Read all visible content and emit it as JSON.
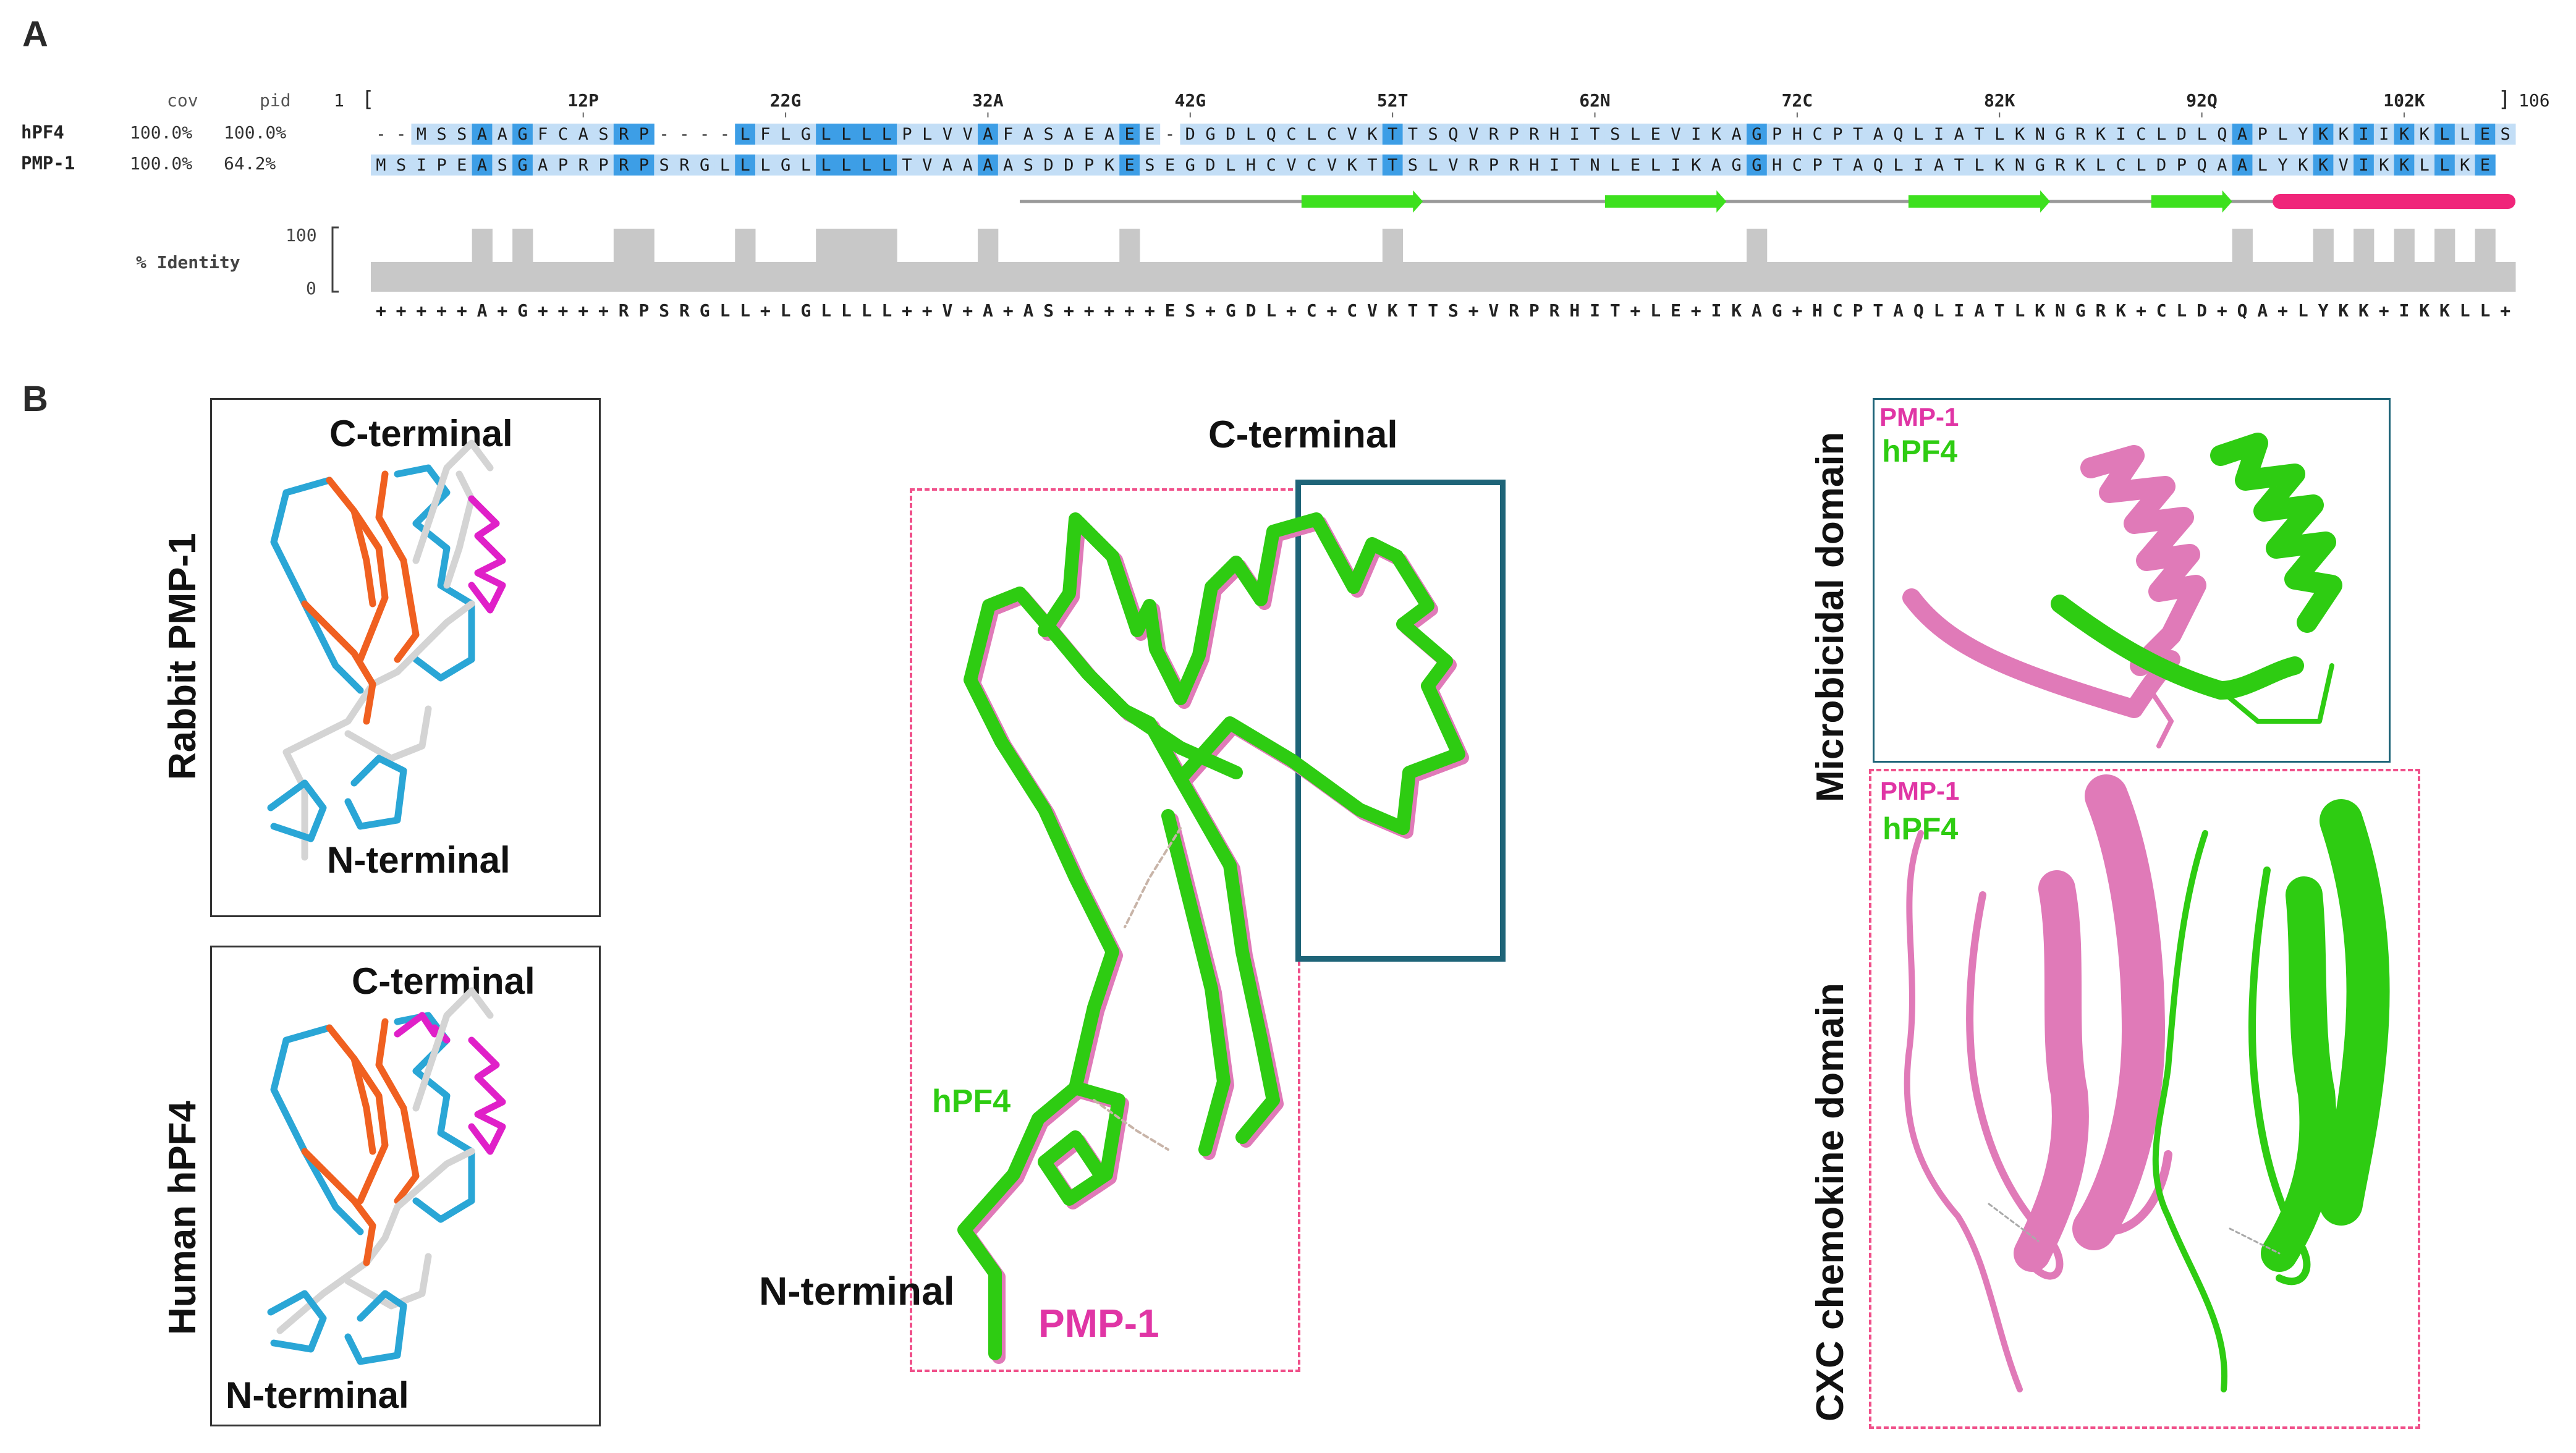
{
  "panel_a": {
    "letter": "A",
    "col_cov": "cov",
    "col_pid": "pid",
    "start_num": "1",
    "open_bracket": "[",
    "close_bracket": "]",
    "end_num": "106",
    "ruler": [
      "12P",
      "22G",
      "32A",
      "42G",
      "52T",
      "62N",
      "72C",
      "82K",
      "92Q",
      "102K"
    ],
    "seq_rows": [
      {
        "name": "hPF4",
        "cov": "100.0%",
        "pid": "100.0%",
        "seq": "--MSSAAGFCASRP----LFLGLLLLPLVVAFASAEAEE-DGDLQCLCVKTTSQVRPRHITSLEVIKAGPHCPTAQLIATLKNGRKICLDLQAPLYKKIIKKLLES"
      },
      {
        "name": "PMP-1",
        "cov": "100.0%",
        "pid": "64.2%",
        "seq": "MSIPEASGAPRPRPSRGLLLGLLLLLTVAAAASDDPKESEGDLHCVCVKTTSLVRPRHITNLELIKAGGHCPTAQLIATLKNGRKLCLDPQAALYKKVIKKLLKE"
      }
    ],
    "identity_label": "% Identity",
    "identity_max": "100",
    "identity_min": "0",
    "consensus": "+++++A+G++++RPSRGLL+LGLLLL++V+A+AS+++++ES+GDL+C+CVKTTS+VRPRHIT+LE+IKAG+HCPTAQLIATLKNGRK+CLD+QA+LYKK+IKKLL++",
    "colors": {
      "dark_blue": "#3d9ee6",
      "light_blue": "#c3def6",
      "strand": "#3de01e",
      "helix": "#f0257a",
      "identity_bar": "#c8c8c8"
    }
  },
  "panel_b": {
    "letter": "B",
    "rabbit_label": "Rabbit PMP-1",
    "human_label": "Human hPF4",
    "c_terminal": "C-terminal",
    "n_terminal": "N-terminal",
    "center_hpf4": "hPF4",
    "center_pmp1": "PMP-1",
    "microbicidal_label": "Microbicidal domain",
    "cxc_label": "CXC chemokine domain",
    "legend_pmp1": "PMP-1",
    "legend_hpf4": "hPF4",
    "colors": {
      "pmp1": "#e07ab8",
      "hpf4": "#2ecc12",
      "helix_magenta": "#e020c8",
      "sheet_orange": "#f06020",
      "loop_blue": "#2aa6d6",
      "coil_grey": "#d4d4d4",
      "teal_box": "#1e6478",
      "pink_dash": "#f0508a"
    }
  }
}
